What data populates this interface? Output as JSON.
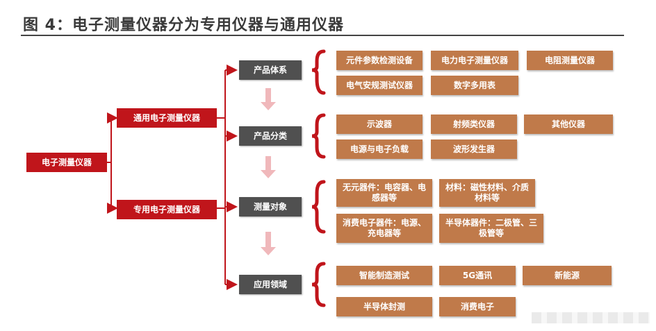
{
  "title": "图 4：电子测量仪器分为专用仪器与通用仪器",
  "root": "电子测量仪器",
  "branches": [
    "通用电子测量仪器",
    "专用电子测量仪器"
  ],
  "categories": [
    {
      "label": "产品体系",
      "items": [
        "元件参数检测设备",
        "电力电子测量仪器",
        "电阻测量仪器",
        "电气安规测试仪器",
        "数字多用表"
      ]
    },
    {
      "label": "产品分类",
      "items": [
        "示波器",
        "射频类仪器",
        "其他仪器",
        "电源与电子负载",
        "波形发生器"
      ]
    },
    {
      "label": "测量对象",
      "items": [
        "无元器件：电容器、电感器等",
        "材料：磁性材料、介质材料等",
        "消费电子器件：电源、充电器等",
        "半导体器件：二极管、三极管等"
      ]
    },
    {
      "label": "应用领域",
      "items": [
        "智能制造测试",
        "5G通讯",
        "新能源",
        "半导体封测",
        "消费电子"
      ]
    }
  ],
  "colors": {
    "root": "#c0151b",
    "category": "#505050",
    "item": "#c07a4a",
    "arrow": "#f0b8bb",
    "brace": "#c0151b"
  }
}
